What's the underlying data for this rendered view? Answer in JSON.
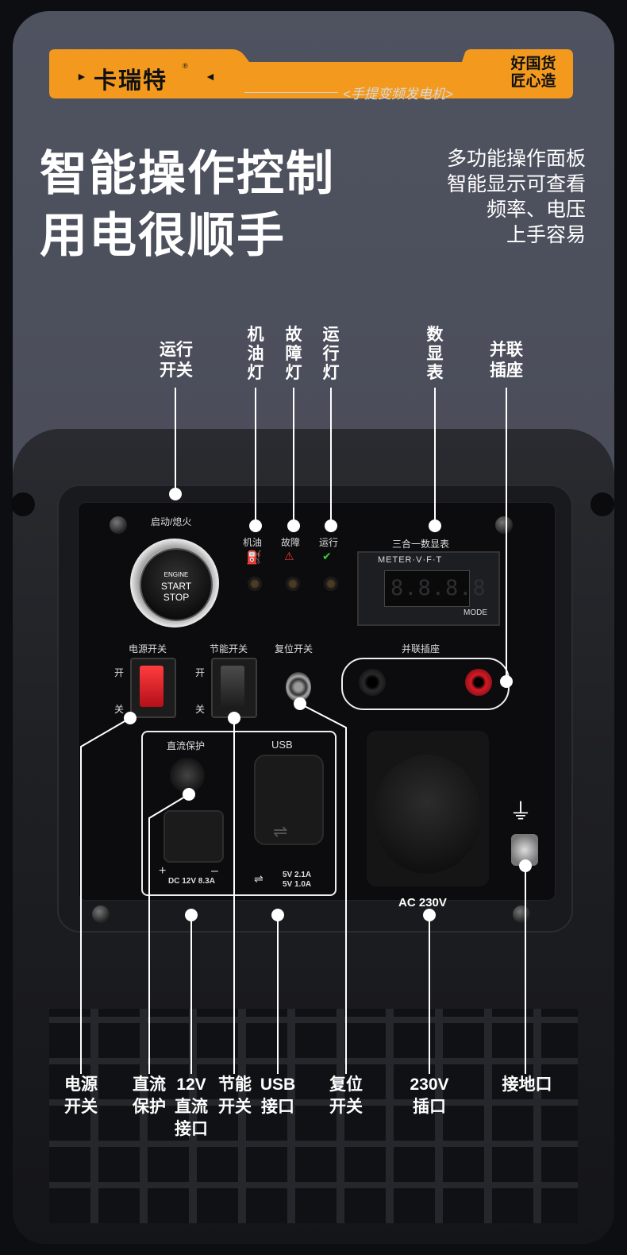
{
  "brand": {
    "name": "卡瑞特",
    "trademark": "®",
    "slogan_line1": "好国货",
    "slogan_line2": "匠心造",
    "subtitle": "<手提变频发电机>"
  },
  "headline": {
    "line1": "智能操作控制",
    "line2": "用电很顺手"
  },
  "side_description": [
    "多功能操作面板",
    "智能显示可查看",
    "频率、电压",
    "上手容易"
  ],
  "top_callouts": {
    "run_switch": [
      "运行",
      "开关"
    ],
    "oil_light": "机油灯",
    "fault_light": "故障灯",
    "run_light": "运行灯",
    "meter": "数显表",
    "parallel": [
      "并联",
      "插座"
    ]
  },
  "panel_labels": {
    "start_stop": "启动/熄火",
    "engine_line1": "ENGINE",
    "engine_line2": "START",
    "engine_line3": "STOP",
    "oil": "机油",
    "fault": "故障",
    "run": "运行",
    "meter_title": "三合一数显表",
    "meter_brand": "METER·V·F·T",
    "meter_digits": "8.8.8.8",
    "meter_mode": "MODE",
    "power_switch": "电源开关",
    "eco_switch": "节能开关",
    "reset_switch": "复位开关",
    "parallel_socket": "并联插座",
    "on": "开",
    "off": "关",
    "dc_protect": "直流保护",
    "usb": "USB",
    "dc_rating": "DC 12V 8.3A",
    "usb_rating1": "5V  2.1A",
    "usb_rating2": "5V  1.0A",
    "plus": "+",
    "minus": "–",
    "ac_label": "AC 230V"
  },
  "bottom_callouts": {
    "power_switch": [
      "电源",
      "开关"
    ],
    "dc_protect": [
      "直流",
      "保护"
    ],
    "dc_12v": [
      "12V",
      "直流",
      "接口"
    ],
    "eco_switch": [
      "节能",
      "开关"
    ],
    "usb": [
      "USB",
      "接口"
    ],
    "reset": [
      "复位",
      "开关"
    ],
    "ac_230v": [
      "230V",
      "插口"
    ],
    "ground": "接地口"
  },
  "colors": {
    "accent": "#f39a1e",
    "background": "#4a4d59",
    "text": "#ffffff"
  },
  "icons": [
    "engine-start-button",
    "oil-can-icon",
    "fault-engine-icon",
    "run-engine-icon",
    "ground-symbol-icon",
    "usb-symbol-icon"
  ]
}
